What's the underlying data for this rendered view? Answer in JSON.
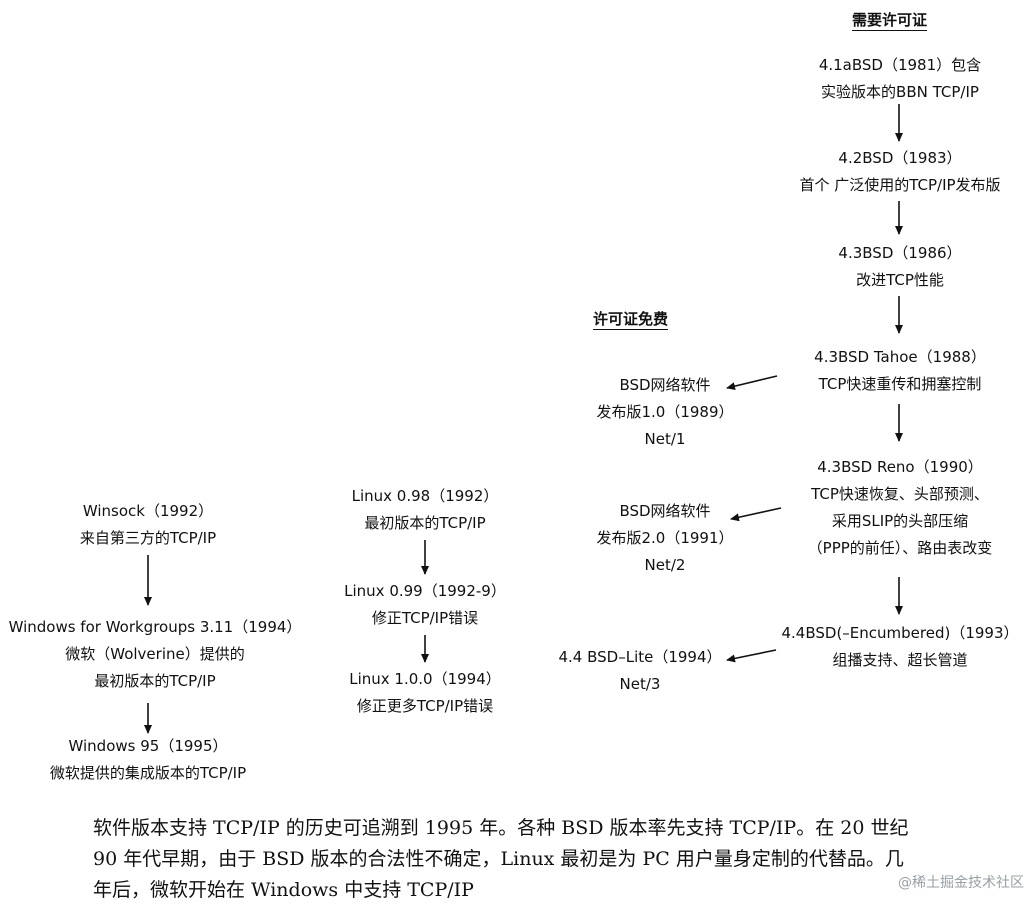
{
  "headers": {
    "license_required": "需要许可证",
    "license_free": "许可证免费"
  },
  "bsd_chain": [
    {
      "line1": "4.1aBSD（1981）包含",
      "line2": "实验版本的BBN TCP/IP"
    },
    {
      "line1": "4.2BSD（1983）",
      "line2": "首个 广泛使用的TCP/IP发布版"
    },
    {
      "line1": "4.3BSD（1986）",
      "line2": "改进TCP性能"
    },
    {
      "line1": "4.3BSD Tahoe（1988）",
      "line2": "TCP快速重传和拥塞控制"
    },
    {
      "line1": "4.3BSD Reno（1990）",
      "line2": "TCP快速恢复、头部预测、",
      "line3": "采用SLIP的头部压缩",
      "line4": "（PPP的前任）、路由表改变"
    },
    {
      "line1": "4.4BSD(–Encumbered)（1993）",
      "line2": "组播支持、超长管道"
    }
  ],
  "net_releases": [
    {
      "line1": "BSD网络软件",
      "line2": "发布版1.0（1989）",
      "line3": "Net/1"
    },
    {
      "line1": "BSD网络软件",
      "line2": "发布版2.0（1991）",
      "line3": "Net/2"
    },
    {
      "line1": "4.4 BSD–Lite（1994）",
      "line2": "Net/3"
    }
  ],
  "linux": [
    {
      "line1": "Linux 0.98（1992）",
      "line2": "最初版本的TCP/IP"
    },
    {
      "line1": "Linux 0.99（1992-9）",
      "line2": "修正TCP/IP错误"
    },
    {
      "line1": "Linux 1.0.0（1994）",
      "line2": "修正更多TCP/IP错误"
    }
  ],
  "windows": [
    {
      "line1": "Winsock（1992）",
      "line2": "来自第三方的TCP/IP"
    },
    {
      "line1": "Windows for Workgroups 3.11（1994）",
      "line2": "微软（Wolverine）提供的",
      "line3": "最初版本的TCP/IP"
    },
    {
      "line1": "Windows 95（1995）",
      "line2": "微软提供的集成版本的TCP/IP"
    }
  ],
  "paragraph": {
    "line1": "软件版本支持 TCP/IP 的历史可追溯到 1995 年。各种 BSD 版本率先支持 TCP/IP。在 20 世纪",
    "line2": "90 年代早期，由于 BSD 版本的合法性不确定，Linux 最初是为 PC 用户量身定制的代替品。几",
    "line3": "年后，微软开始在 Windows 中支持 TCP/IP"
  },
  "watermark": "@稀土掘金技术社区"
}
